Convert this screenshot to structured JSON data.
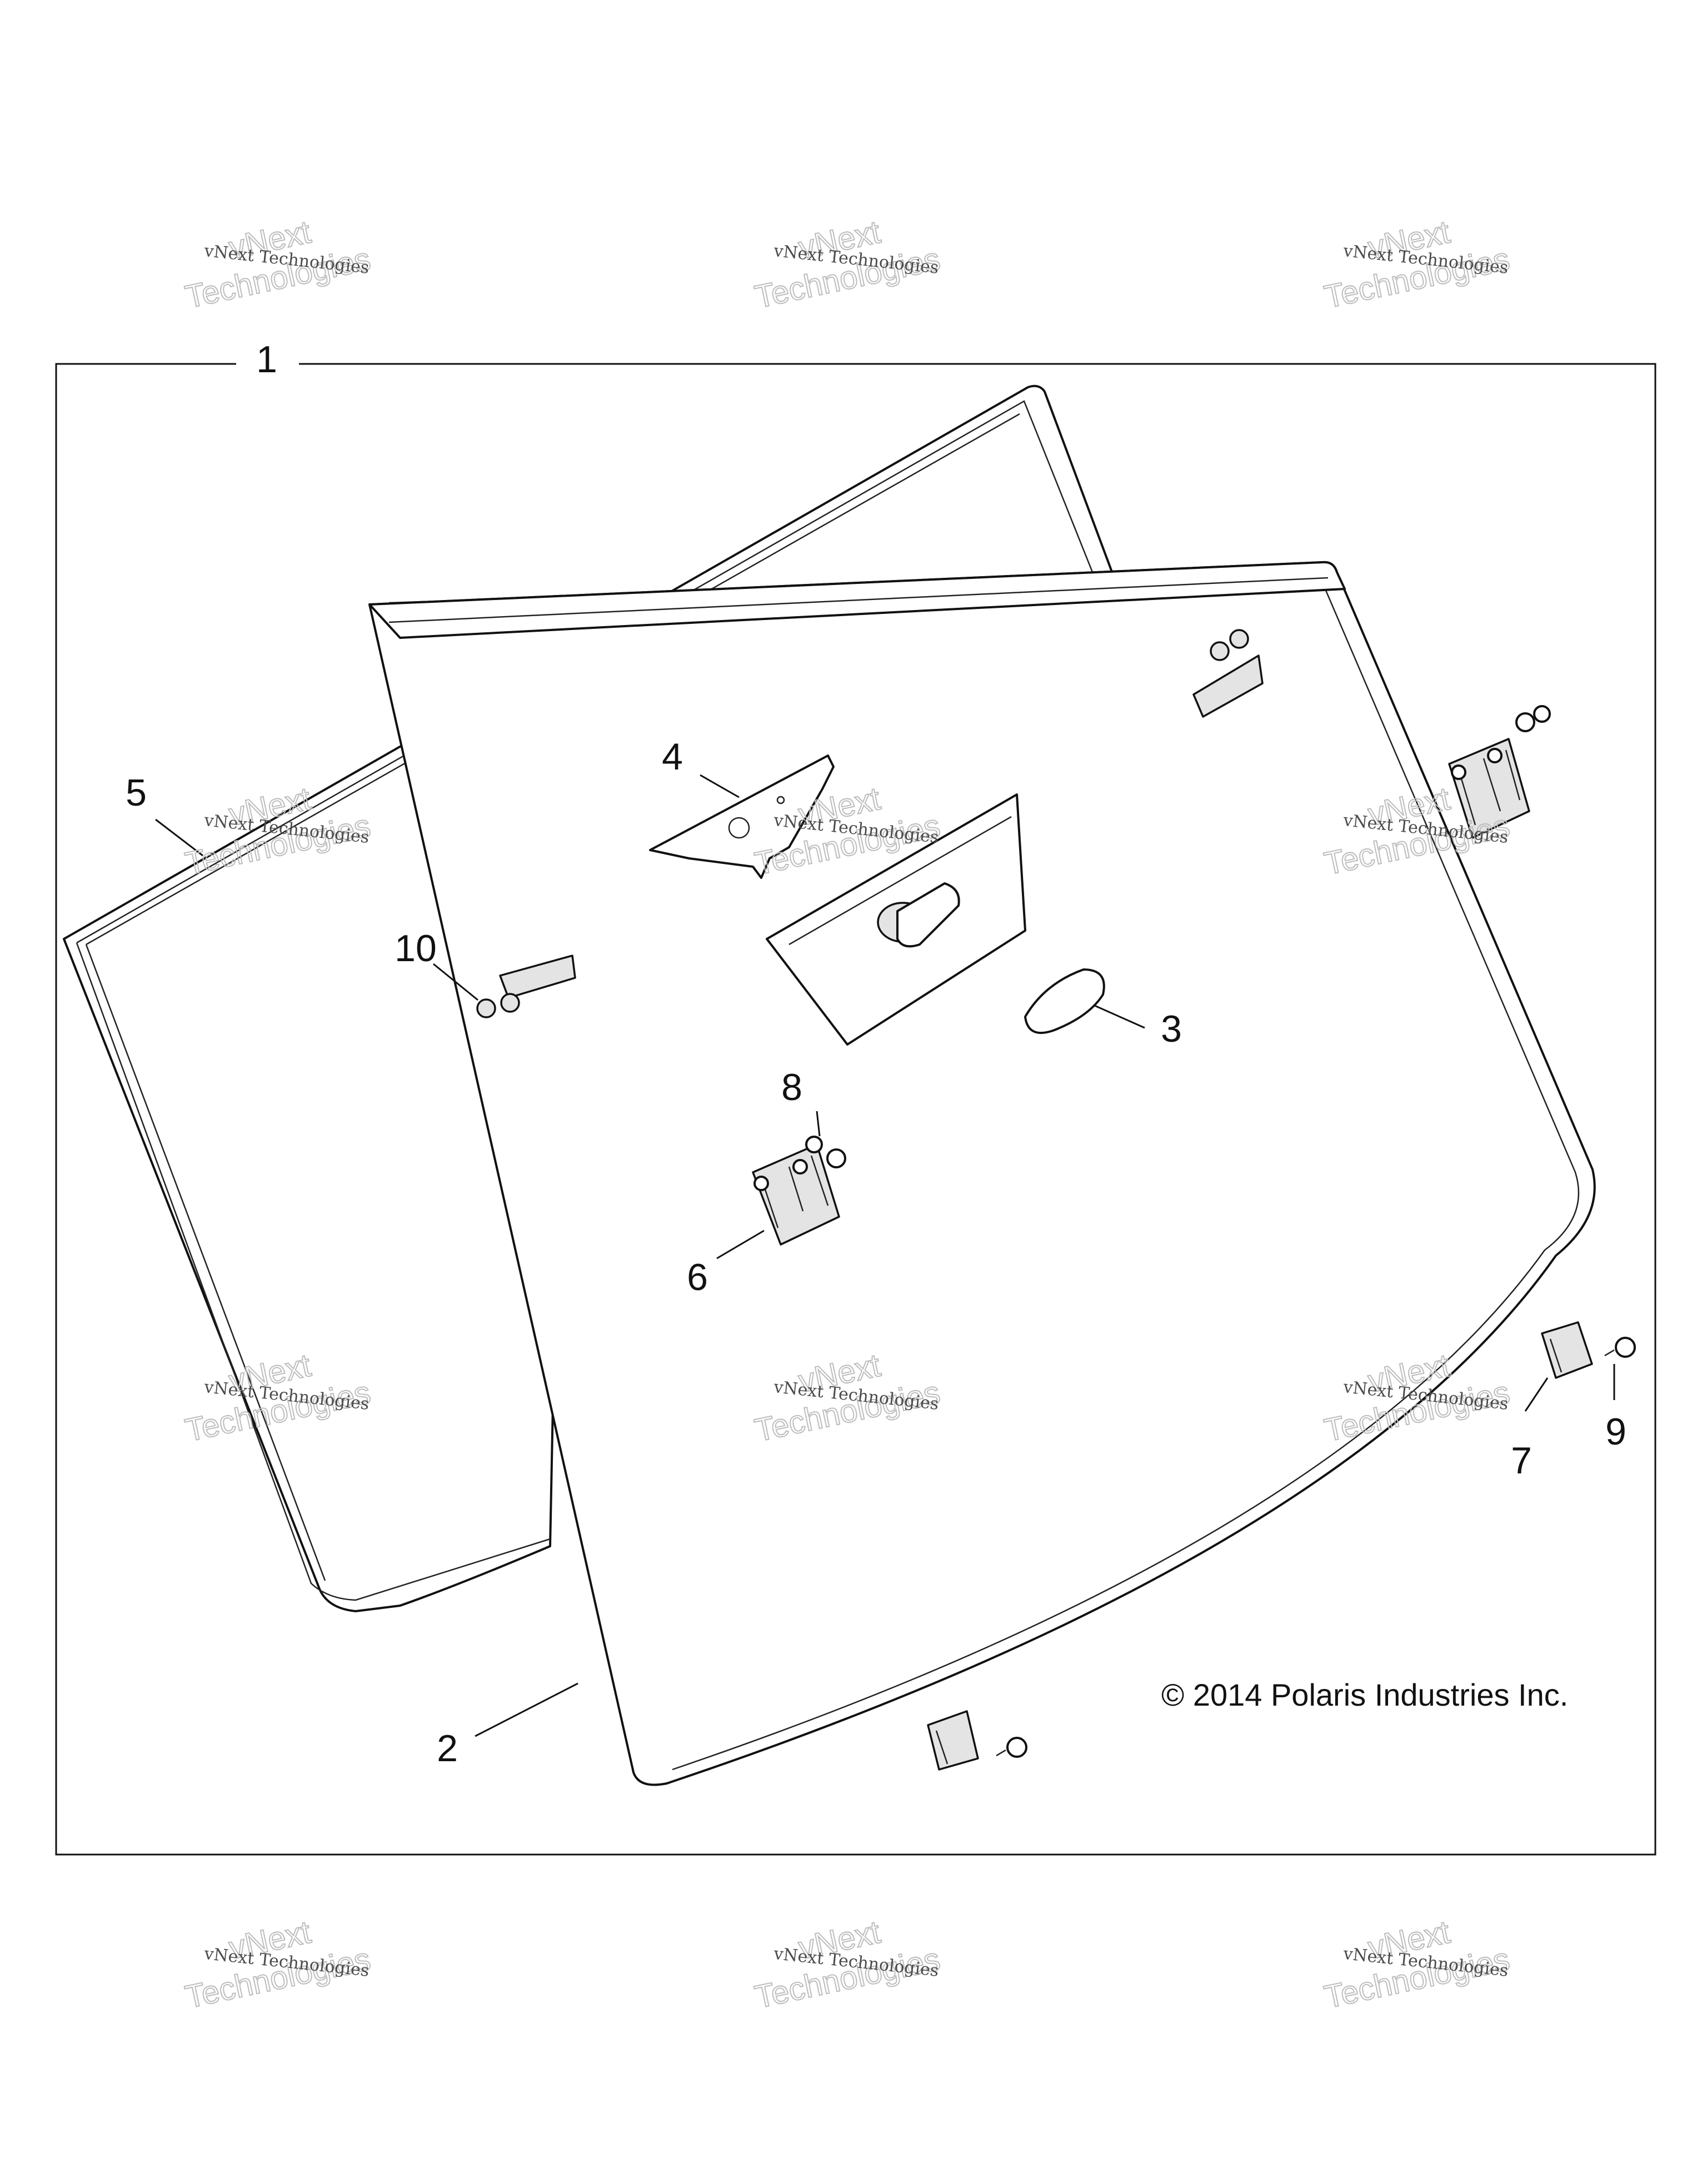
{
  "callouts": {
    "c1": "1",
    "c2": "2",
    "c3": "3",
    "c4": "4",
    "c5": "5",
    "c6": "6",
    "c7": "7",
    "c8": "8",
    "c9": "9",
    "c10": "10"
  },
  "copyright": "© 2014 Polaris Industries Inc.",
  "watermark": {
    "small_text": "vNext Technologies",
    "large_line1": "vNext",
    "large_line2": "Technologies"
  }
}
